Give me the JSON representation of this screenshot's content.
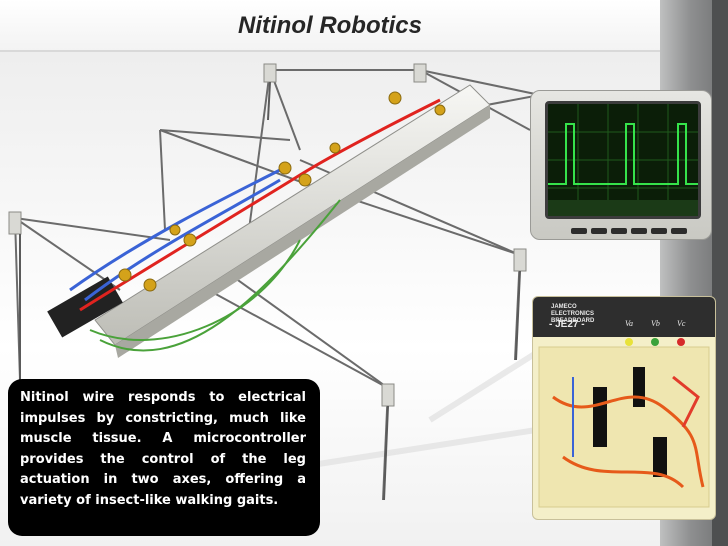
{
  "slide": {
    "title": "Nitinol Robotics",
    "description": "Nitinol wire responds to electrical impulses by constricting, much like muscle tissue. A microcontroller provides the control of the leg actuation in two axes,  offering a variety of insect-like walking gaits."
  },
  "breadboard": {
    "brand": "JAMECO\nELECTRONICS\nBREADBOARD",
    "model": "- JE27 -",
    "terminals": [
      "Va",
      "Vb",
      "Vc"
    ]
  },
  "colors": {
    "title_text": "#262626",
    "textbox_bg": "#000000",
    "scope_trace": "#35e34a",
    "wire_red": "#e0231f",
    "wire_blue": "#3a63d6",
    "wire_green": "#4aa23a",
    "frame_gray": "#8e8f90"
  },
  "images": {
    "robot": "nitinol-walking-robot-photo",
    "oscilloscope": "oscilloscope-photo",
    "breadboard": "breadboard-circuit-photo"
  }
}
